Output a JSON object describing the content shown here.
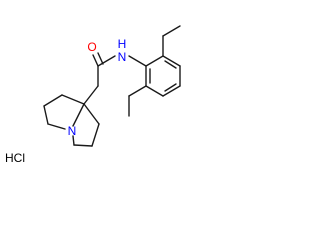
{
  "molecule": {
    "atom_labels": {
      "oxygen": "O",
      "amide_nitrogen": "N",
      "amide_h": "H",
      "ring_nitrogen": "N"
    },
    "salt": "HCl"
  },
  "colors": {
    "bond": "#1a1a1a",
    "oxygen": "#ff0000",
    "nitrogen": "#0000ff",
    "text": "#000000"
  }
}
